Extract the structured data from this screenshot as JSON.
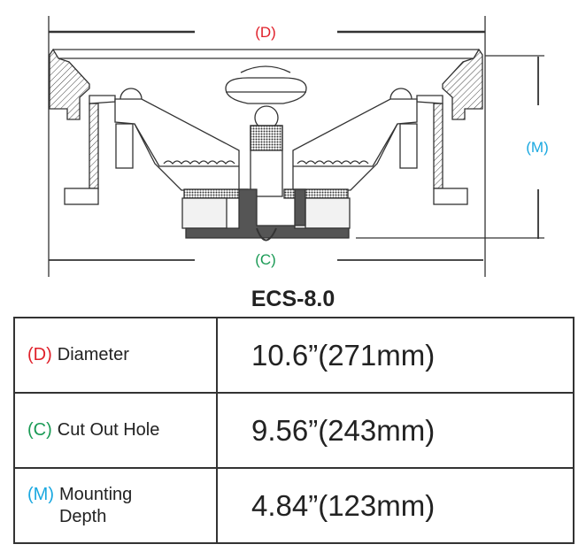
{
  "diagram": {
    "labels": {
      "diameter": "(D)",
      "cutout": "(C)",
      "mounting": "(M)"
    },
    "colors": {
      "D": "#e0202a",
      "C": "#1a9a55",
      "M": "#1aa8e0"
    }
  },
  "title": "ECS-8.0",
  "specs": [
    {
      "code": "(D)",
      "label": "Diameter",
      "value": "10.6”(271mm)"
    },
    {
      "code": "(C)",
      "label": "Cut Out Hole",
      "value": "9.56”(243mm)"
    },
    {
      "code": "(M)",
      "label_line1": "Mounting",
      "label_line2": "Depth",
      "value": "4.84”(123mm)"
    }
  ]
}
